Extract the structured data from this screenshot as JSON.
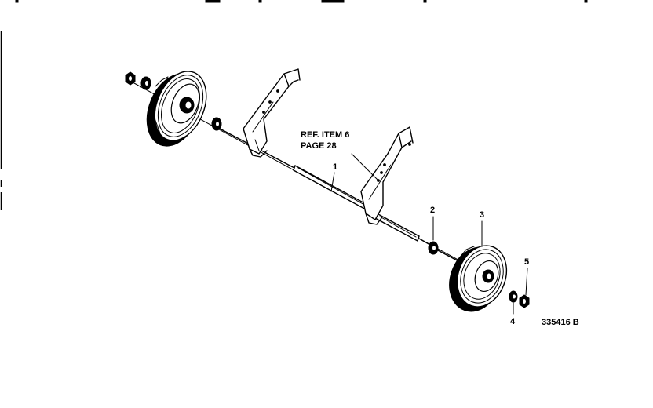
{
  "callouts": {
    "ref_line1": "REF. ITEM 6",
    "ref_line2": "PAGE 28",
    "item_1": "1",
    "item_2": "2",
    "item_3": "3",
    "item_4": "4",
    "item_5": "5"
  },
  "figure_number": "335416 B",
  "colors": {
    "ink": "#000000",
    "paper": "#ffffff"
  }
}
